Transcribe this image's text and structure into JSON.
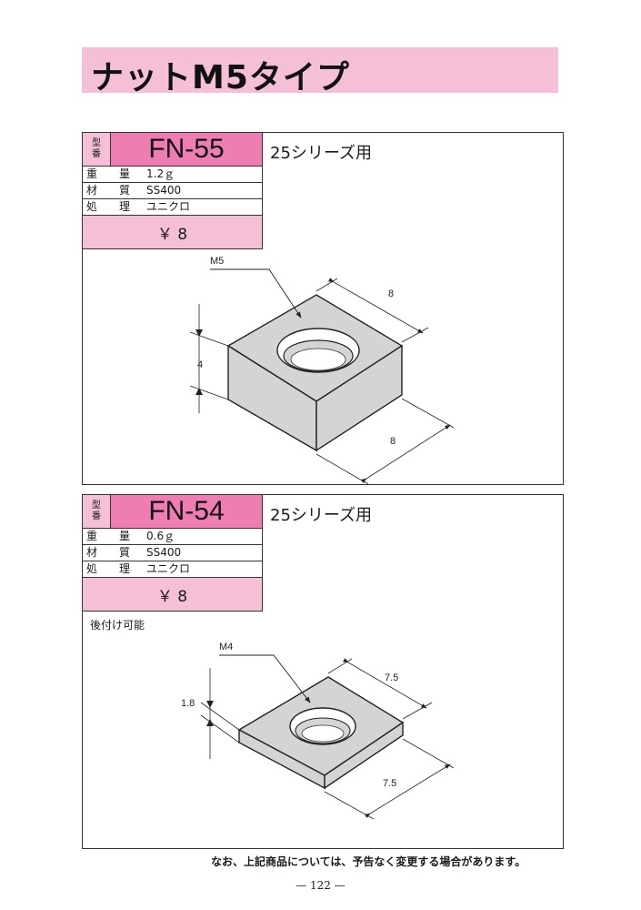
{
  "page": {
    "title": "ナットM5タイプ",
    "footer_note": "なお、上記商品については、予告なく変更する場合があります。",
    "page_number": "— 122 —"
  },
  "products": [
    {
      "kata_1": "型",
      "kata_2": "番",
      "model": "FN-55",
      "series": "25シリーズ用",
      "weight_label_1": "重",
      "weight_label_2": "量",
      "weight": "1.2ｇ",
      "material_label_1": "材",
      "material_label_2": "質",
      "material": "SS400",
      "finish_label_1": "処",
      "finish_label_2": "理",
      "finish": "ユニクロ",
      "price": "￥ 8",
      "note": "",
      "dims": {
        "thread": "M5",
        "width": "8",
        "depth": "8",
        "height": "4"
      }
    },
    {
      "kata_1": "型",
      "kata_2": "番",
      "model": "FN-54",
      "series": "25シリーズ用",
      "weight_label_1": "重",
      "weight_label_2": "量",
      "weight": "0.6ｇ",
      "material_label_1": "材",
      "material_label_2": "質",
      "material": "SS400",
      "finish_label_1": "処",
      "finish_label_2": "理",
      "finish": "ユニクロ",
      "price": "￥ 8",
      "note": "後付け可能",
      "dims": {
        "thread": "M4",
        "width": "7.5",
        "depth": "7.5",
        "height": "1.8"
      }
    }
  ],
  "colors": {
    "pink_light": "#f6bfd8",
    "pink_strong": "#ee7db4",
    "nut_gray": "#d4d4d4"
  }
}
